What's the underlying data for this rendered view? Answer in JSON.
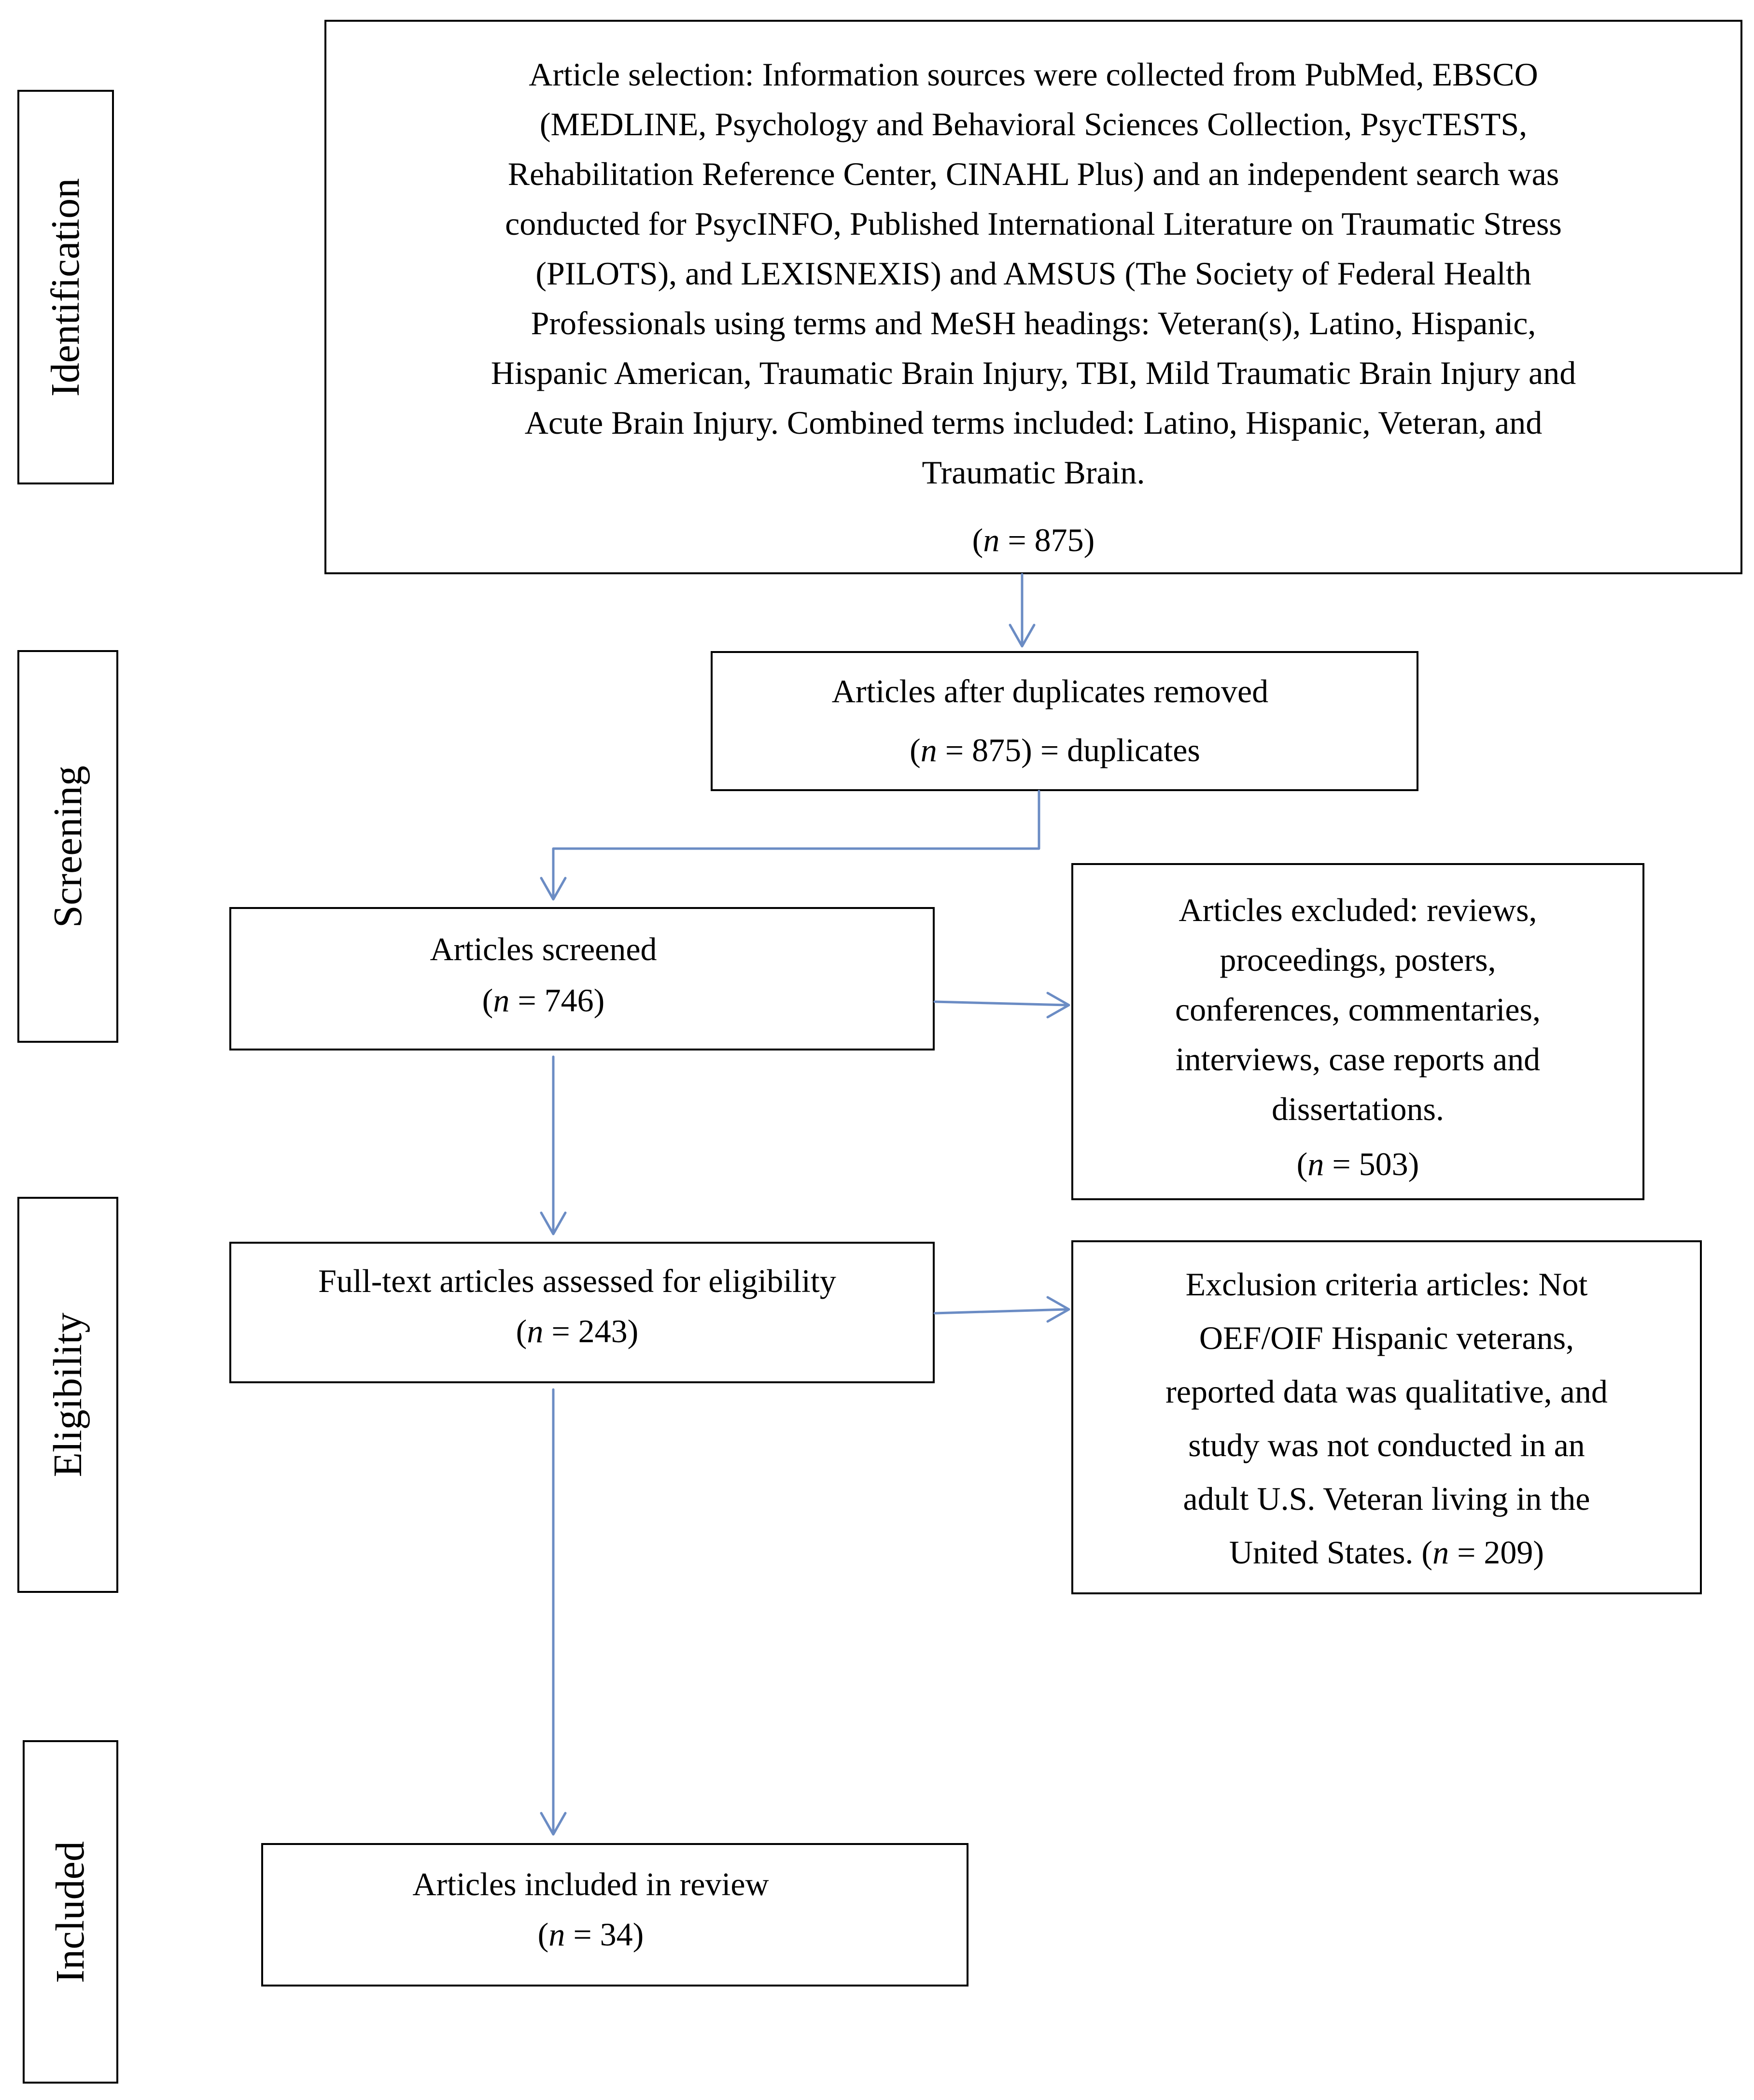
{
  "stages": {
    "identification": "Identification",
    "screening": "Screening",
    "eligibility": "Eligibility",
    "included": "Included"
  },
  "boxes": {
    "identification": {
      "lines": [
        "Article selection: Information sources were collected from PubMed, EBSCO",
        "(MEDLINE, Psychology and Behavioral Sciences Collection, PsycTESTS,",
        "Rehabilitation Reference Center, CINAHL Plus) and an independent search was",
        "conducted for PsycINFO, Published International Literature on Traumatic Stress",
        "(PILOTS), and LEXISNEXIS) and AMSUS (The Society of Federal Health",
        "Professionals using terms and MeSH headings: Veteran(s), Latino, Hispanic,",
        "Hispanic American, Traumatic Brain Injury, TBI, Mild Traumatic Brain Injury and",
        "Acute Brain Injury. Combined terms included: Latino, Hispanic, Veteran, and",
        "Traumatic Brain."
      ],
      "n_value": "875"
    },
    "duplicates": {
      "line1": "Articles after duplicates removed",
      "n_value": "875",
      "n_suffix": " = duplicates"
    },
    "screened": {
      "line1": "Articles screened",
      "n_value": "746"
    },
    "excluded": {
      "lines": [
        "Articles excluded: reviews,",
        "proceedings, posters,",
        "conferences, commentaries,",
        "interviews, case reports and",
        "dissertations."
      ],
      "n_value": "503"
    },
    "fulltext": {
      "line1": "Full-text articles assessed for eligibility",
      "n_value": "243"
    },
    "exclusion_criteria": {
      "lines": [
        "Exclusion criteria articles: Not",
        "OEF/OIF Hispanic veterans,",
        "reported data was qualitative, and",
        "study was not conducted in an",
        "adult U.S. Veteran living in the"
      ],
      "last_line_prefix": "United States. (",
      "n_value": "209"
    },
    "included": {
      "line1": "Articles included in review",
      "n_value": "34"
    }
  },
  "labels": {
    "n_symbol": "n",
    "n_equals": " = "
  },
  "colors": {
    "arrow": "#6b8cc4",
    "border": "#000000"
  }
}
